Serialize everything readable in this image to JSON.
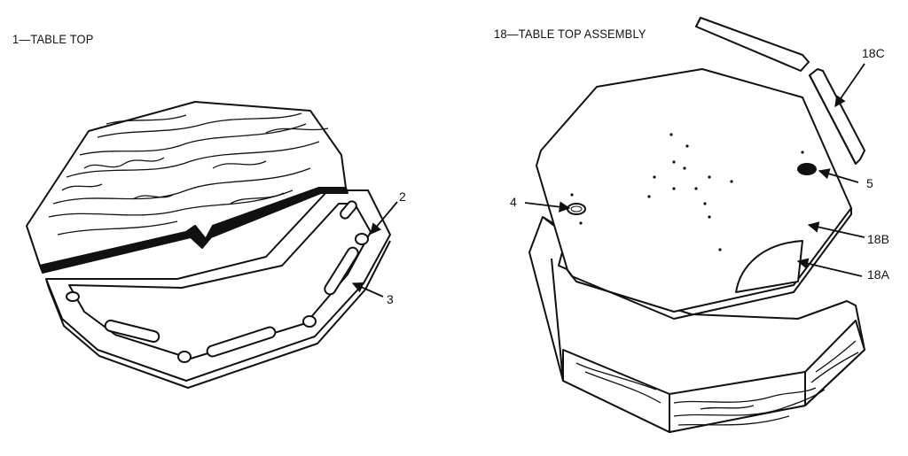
{
  "left": {
    "title": "1—TABLE TOP",
    "callouts": {
      "c2": "2",
      "c3": "3"
    }
  },
  "right": {
    "title": "18—TABLE TOP ASSEMBLY",
    "callouts": {
      "c18c": "18C",
      "c5": "5",
      "c4": "4",
      "c18b": "18B",
      "c18a": "18A"
    }
  }
}
